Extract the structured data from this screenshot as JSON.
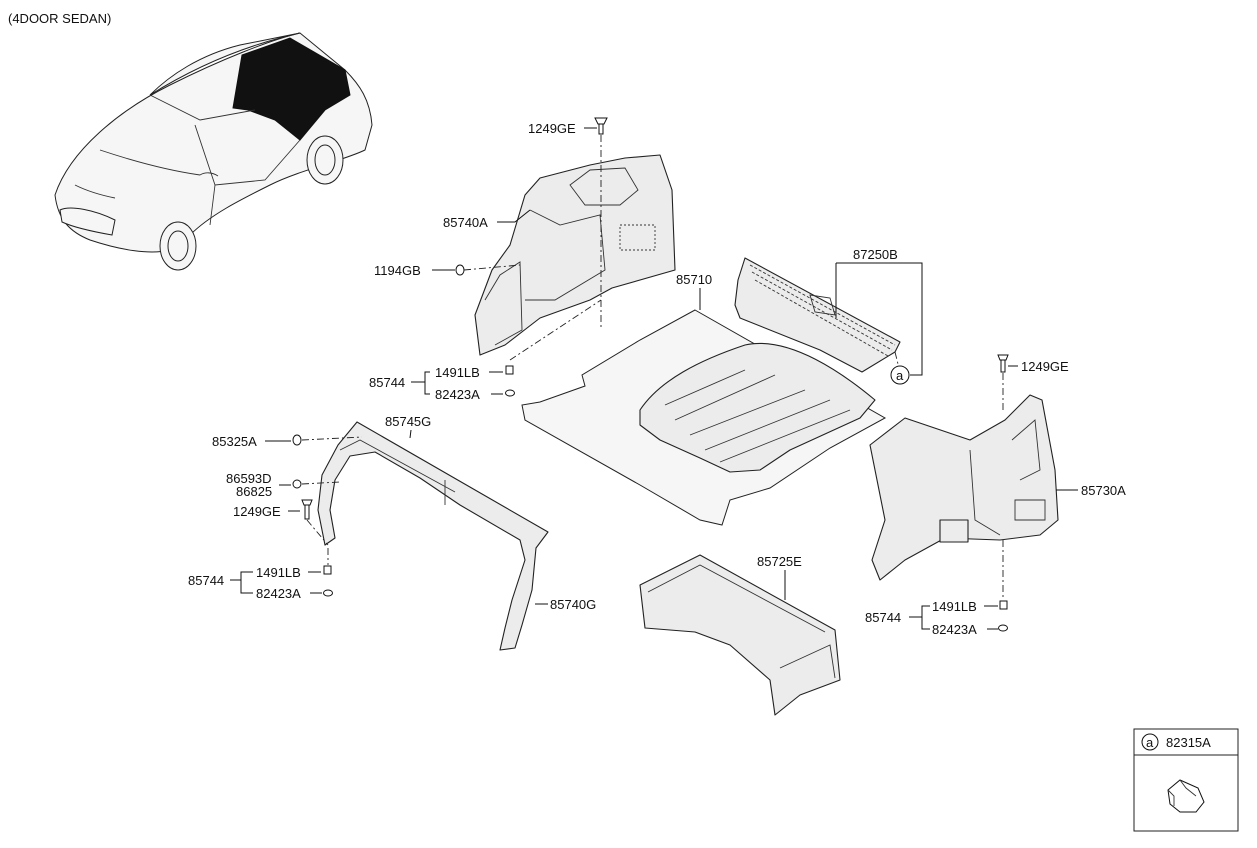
{
  "diagram": {
    "title": "(4DOOR SEDAN)",
    "labels": {
      "p1249GE_top": "1249GE",
      "p85740A": "85740A",
      "p1194GB": "1194GB",
      "p85744_left": "85744",
      "p1491LB_left": "1491LB",
      "p82423A_left": "82423A",
      "p85745G": "85745G",
      "p85325A": "85325A",
      "p86593D": "86593D",
      "p86825": "86825",
      "p1249GE_left": "1249GE",
      "p85744_lower": "85744",
      "p1491LB_lower": "1491LB",
      "p82423A_lower": "82423A",
      "p85740G": "85740G",
      "p85710": "85710",
      "p87250B": "87250B",
      "callout_a": "a",
      "p1249GE_right": "1249GE",
      "p85730A": "85730A",
      "p85744_right": "85744",
      "p1491LB_right": "1491LB",
      "p82423A_right": "82423A",
      "p85725E": "85725E"
    },
    "inset": {
      "marker": "a",
      "part_no": "82315A"
    }
  }
}
